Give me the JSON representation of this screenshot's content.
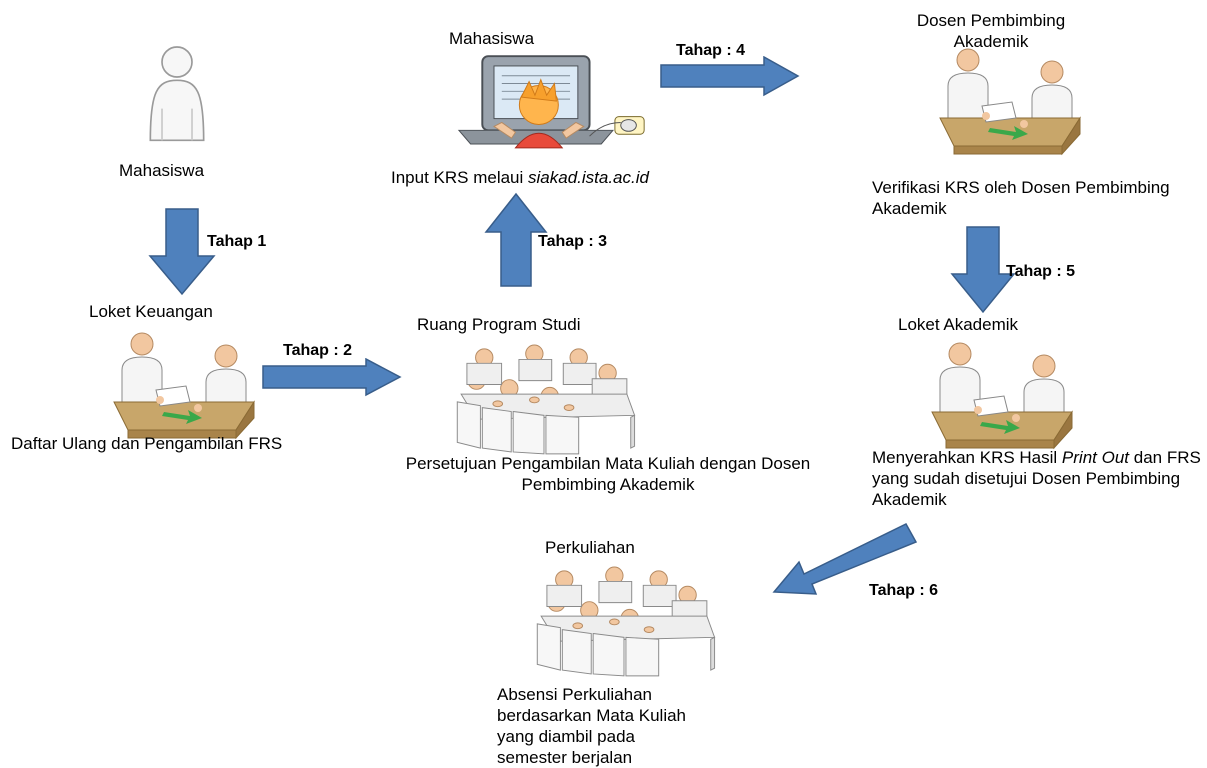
{
  "stages": {
    "mahasiswa_start": {
      "label": "Mahasiswa"
    },
    "loket_keuangan": {
      "title": "Loket Keuangan",
      "caption": "Daftar Ulang dan Pengambilan FRS"
    },
    "ruang_prodi": {
      "title": "Ruang Program Studi",
      "caption": "Persetujuan Pengambilan Mata Kuliah dengan Dosen Pembimbing Akademik"
    },
    "input_krs": {
      "title": "Mahasiswa",
      "caption_prefix": "Input KRS melaui ",
      "caption_italic": "siakad.ista.ac.id"
    },
    "dosen_pa": {
      "title": "Dosen Pembimbing Akademik",
      "caption": "Verifikasi KRS oleh Dosen Pembimbing Akademik"
    },
    "loket_akademik": {
      "title": "Loket Akademik",
      "caption_p1": "Menyerahkan KRS Hasil ",
      "caption_i1": "Print Out",
      "caption_p2": " dan FRS  yang sudah disetujui Dosen Pembimbing Akademik"
    },
    "perkuliahan": {
      "title": "Perkuliahan",
      "caption": "Absensi Perkuliahan berdasarkan Mata Kuliah yang diambil pada semester berjalan"
    }
  },
  "steps": {
    "s1": "Tahap 1",
    "s2": "Tahap : 2",
    "s3": "Tahap : 3",
    "s4": "Tahap : 4",
    "s5": "Tahap : 5",
    "s6": "Tahap : 6"
  },
  "colors": {
    "arrow_fill": "#4f81bd",
    "arrow_stroke": "#385d8a",
    "table": "#c8a66a",
    "skin": "#f2c7a0"
  }
}
